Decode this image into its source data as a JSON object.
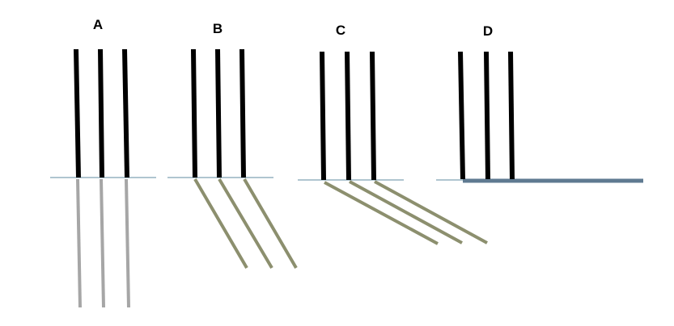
{
  "panels": [
    {
      "label": "A"
    },
    {
      "label": "B"
    },
    {
      "label": "C"
    },
    {
      "label": "D"
    }
  ],
  "colors": {
    "incident_ray": "#000000",
    "refracted_ray_straight": "#a6a6a6",
    "refracted_ray_bent": "#8c8f6e",
    "interface_line": "#7fa2b4",
    "surface_ray": "#5f7a91",
    "background": "#ffffff"
  }
}
